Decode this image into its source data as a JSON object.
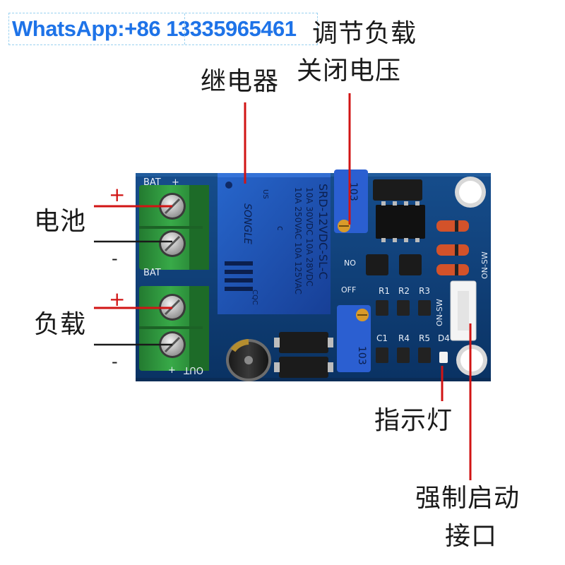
{
  "watermark": {
    "text": "WhatsApp:+86 13335965461"
  },
  "labels": {
    "adjust_line1": "调节负载",
    "adjust_line2": "关闭电压",
    "relay": "继电器",
    "battery": "电池",
    "load": "负载",
    "indicator": "指示灯",
    "force_line1": "强制启动",
    "force_line2": "接口"
  },
  "signs": {
    "battery_plus": "+",
    "battery_minus": "-",
    "load_plus": "+",
    "load_minus": "-"
  },
  "silkscreen": {
    "bat_top": "BAT",
    "bat_top_plus": "+",
    "bat_mid": "BAT",
    "out": "OUT",
    "out_plus": "+",
    "no": "NO",
    "off": "OFF",
    "on_sw_1": "ON-SW",
    "on_sw_2": "ON-SW",
    "r1": "R1",
    "r2": "R2",
    "r3": "R3",
    "c1": "C1",
    "r4": "R4",
    "r5": "R5",
    "d4": "D4"
  },
  "relay": {
    "brand": "SONGLE",
    "line1": "10A 250VAC  10A 125VAC",
    "line2": "10A  30VDC  10A  28VDC",
    "model": "SRD-12VDC-SL-C",
    "cert1": "c",
    "cert2": "US",
    "cert3": "CQC"
  },
  "pots": {
    "top_value": "103",
    "bottom_value": "103"
  },
  "colors": {
    "pcb": "#0e3f77",
    "terminal": "#2f9a3e",
    "relay": "#1e56b8",
    "pointer": "#d11414",
    "label_text": "#1a1a1a",
    "watermark": "#1e73e8"
  }
}
